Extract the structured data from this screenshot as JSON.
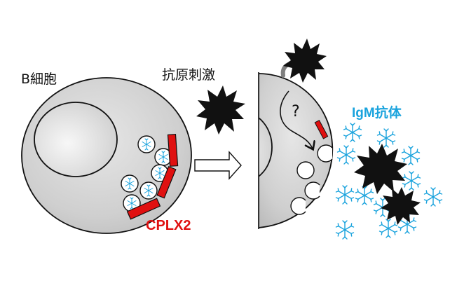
{
  "labels": {
    "b_cell": "B細胞",
    "antigen_stimulus": "抗原刺激",
    "cplx2": "CPLX2",
    "question": "?",
    "igm_antibody": "IgM抗体"
  },
  "colors": {
    "cell_fill": "#cfcfcf",
    "nucleus_fill": "#e2e2e2",
    "outline": "#111111",
    "protein_red": "#e01010",
    "antibody_blue": "#1aa3dd",
    "antigen_black": "#111111",
    "receptor_gray": "#808080"
  },
  "icons": {
    "antigen": "black-starburst-icon",
    "antibody": "snowflake-icon",
    "arrow": "outline-right-arrow-icon"
  }
}
